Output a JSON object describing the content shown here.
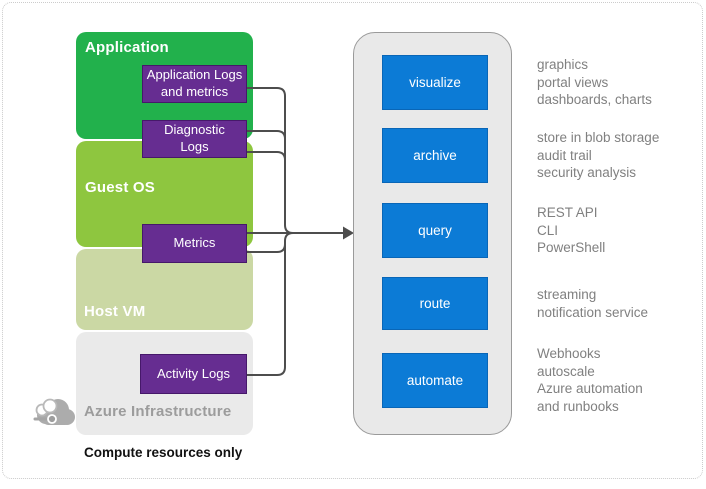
{
  "colors": {
    "app-green": "#22B14C",
    "guest-green": "#8EC63F",
    "host-green": "#CBD8A4",
    "infra-gray": "#EAEAEA",
    "infra-label-gray": "#9C9C9C",
    "source-purple": "#662D91",
    "action-blue": "#0C7BD6",
    "container-fill": "#E9E9E9",
    "container-border": "#9A9A9A",
    "connector-gray": "#4D4D4D",
    "note-gray": "#808080"
  },
  "layers": [
    {
      "label": "Application"
    },
    {
      "label": "Guest OS"
    },
    {
      "label": "Host VM"
    },
    {
      "label": "Azure Infrastructure"
    }
  ],
  "sources": [
    {
      "lines": [
        "Application Logs",
        "and metrics"
      ]
    },
    {
      "lines": [
        "Diagnostic",
        "Logs"
      ]
    },
    {
      "lines": [
        "Metrics"
      ]
    },
    {
      "lines": [
        "Activity Logs"
      ]
    }
  ],
  "actions": [
    {
      "label": "visualize",
      "notes": [
        "graphics",
        "portal views",
        "dashboards, charts"
      ]
    },
    {
      "label": "archive",
      "notes": [
        "store in blob storage",
        "audit trail",
        "security analysis"
      ]
    },
    {
      "label": "query",
      "notes": [
        "REST API",
        "CLI",
        "PowerShell"
      ]
    },
    {
      "label": "route",
      "notes": [
        "streaming",
        "notification service"
      ]
    },
    {
      "label": "automate",
      "notes": [
        "Webhooks",
        "autoscale",
        "Azure automation",
        "and runbooks"
      ]
    }
  ],
  "footnote": "Compute resources only",
  "icons": {
    "cloud": "azure-cloud-icon"
  }
}
